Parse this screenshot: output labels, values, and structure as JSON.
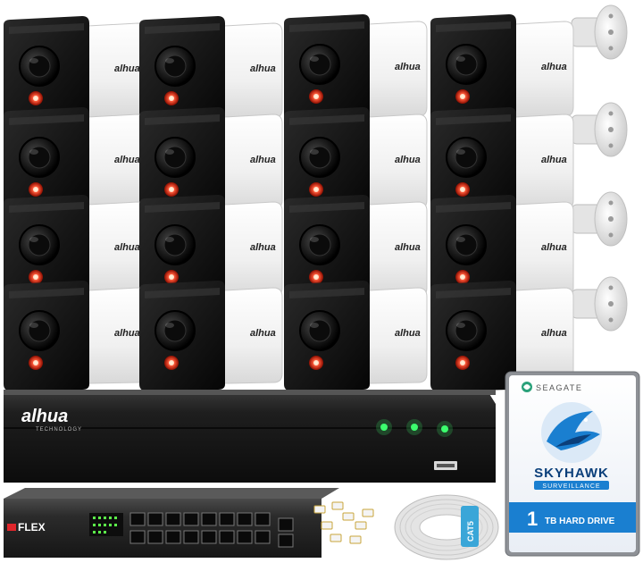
{
  "product": {
    "camera_brand": "alhua",
    "camera_count": 16,
    "nvr": {
      "brand": "alhua",
      "brand_sub": "TECHNOLOGY"
    },
    "switch": {
      "brand": "FLEX",
      "port_count": 16
    },
    "hdd": {
      "maker": "SEAGATE",
      "model": "SKYHAWK",
      "model_sub": "SURVEILLANCE",
      "capacity_number": "1",
      "capacity_text": "TB HARD DRIVE"
    },
    "cable": {
      "label": "CAT5"
    }
  },
  "colors": {
    "camera_body": "#f2f2f2",
    "camera_front": "#111111",
    "camera_led": "#ff3b2f",
    "nvr_body": "#1a1a1a",
    "nvr_led": "#3cff6e",
    "hdd_blue": "#1a7fd0",
    "cable_white": "#e9e9e9"
  },
  "icons": [
    "camera-lens-icon",
    "warm-light-led-icon",
    "usb-port-icon",
    "ethernet-port-icon",
    "skyhawk-bird-logo-icon"
  ]
}
